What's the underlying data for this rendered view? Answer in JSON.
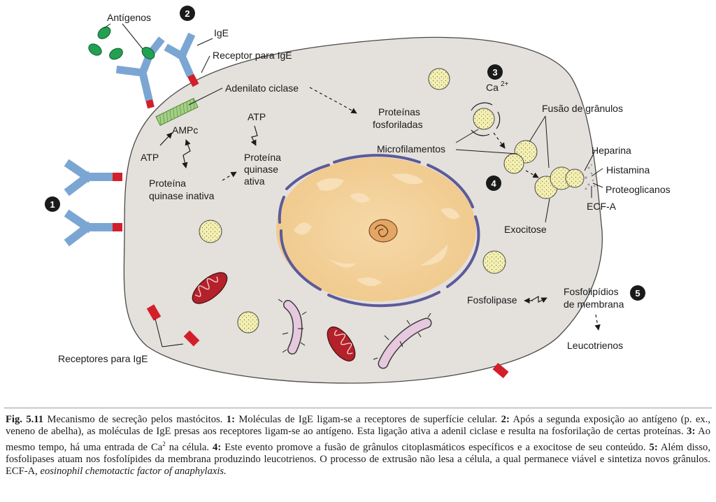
{
  "labels": {
    "antigens": "Antígenos",
    "ige": "IgE",
    "ige_receptor": "Receptor para IgE",
    "adenylate_cyclase": "Adenilato ciclase",
    "atp_left": "ATP",
    "ampc": "AMPc",
    "atp_center": "ATP",
    "pk_inactive_1": "Proteína",
    "pk_inactive_2": "quinase inativa",
    "pk_active_1": "Proteína",
    "pk_active_2": "quinase",
    "pk_active_3": "ativa",
    "phosphorylated_1": "Proteínas",
    "phosphorylated_2": "fosforiladas",
    "microfilaments": "Microfilamentos",
    "calcium": "Ca",
    "calcium_sup": "2+",
    "granule_fusion": "Fusão de grânulos",
    "heparin": "Heparina",
    "histamine": "Histamina",
    "proteoglycans": "Proteoglicanos",
    "ecf_a": "ECF-A",
    "exocytosis": "Exocitose",
    "phospholipase": "Fosfolipase",
    "membrane_phospholipids_1": "Fosfolipídios",
    "membrane_phospholipids_2": "de membrana",
    "leukotrienes": "Leucotrienos",
    "ige_receptors": "Receptores para IgE"
  },
  "steps": {
    "s1": "1",
    "s2": "2",
    "s3": "3",
    "s4": "4",
    "s5": "5"
  },
  "colors": {
    "cytoplasm": "#e4e0dc",
    "nucleus": "#f2cf95",
    "antibody": "#7ba6d3",
    "receptor": "#d21f2a",
    "antigen": "#22a152",
    "granule": "#f4f0b4",
    "mitochondrion": "#b5212a",
    "microfilament": "#e6c9de",
    "adenylate_cyclase": "#a5cf86"
  },
  "caption": {
    "fig": "Fig. 5.11",
    "intro": " Mecanismo de secreção pelos mastócitos. ",
    "n1": "1:",
    "t1": " Moléculas de IgE ligam-se a receptores de superfície celular. ",
    "n2": "2:",
    "t2": " Após a segunda exposição ao antígeno (p. ex., veneno de abelha), as moléculas de IgE presas aos receptores ligam-se ao antígeno. Esta ligação ativa a adenil ciclase e resulta na fosforilação de certas proteínas. ",
    "n3": "3:",
    "t3": " Ao mesmo tempo, há uma entrada de Ca",
    "t3_sup": "2",
    "t3b": " na célula. ",
    "n4": "4:",
    "t4": " Este evento promove a fusão de grânulos citoplasmáticos específicos e a exocitose de seu conteúdo. ",
    "n5": "5:",
    "t5": " Além disso, fosfolipases atuam nos fosfolípides da membrana produzindo leucotrienos. O processo de extrusão não lesa a célula, a qual permanece viável e sintetiza novos grânulos. ECF-A, ",
    "ecf_expansion": "eosinophil chemotactic factor of anaphylaxis."
  }
}
